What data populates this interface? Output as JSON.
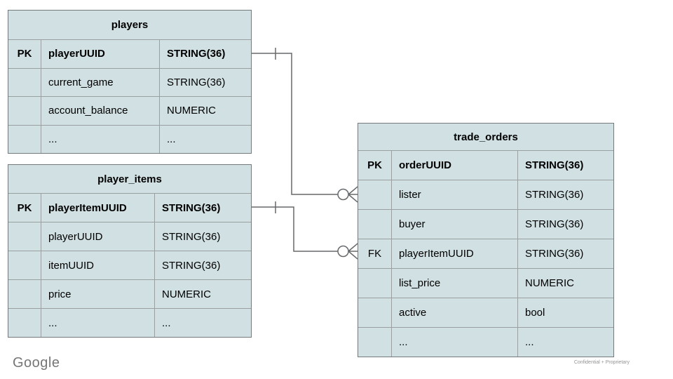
{
  "branding": {
    "logo_text": "Google",
    "footer_note": "Confidential + Proprietary"
  },
  "colors": {
    "table_fill": "#d0e0e3",
    "table_border_outer": "#747a7c",
    "table_border_inner": "#9aa0a2",
    "connector_line": "#66696b",
    "text": "#000000",
    "logo_gray": "#767676"
  },
  "tables": [
    {
      "id": "players",
      "title": "players",
      "rows": [
        {
          "key": "PK",
          "name": "playerUUID",
          "type": "STRING(36)",
          "bold": true
        },
        {
          "key": "",
          "name": "current_game",
          "type": "STRING(36)",
          "bold": false
        },
        {
          "key": "",
          "name": "account_balance",
          "type": "NUMERIC",
          "bold": false
        },
        {
          "key": "",
          "name": "...",
          "type": "...",
          "bold": false
        }
      ]
    },
    {
      "id": "player_items",
      "title": "player_items",
      "rows": [
        {
          "key": "PK",
          "name": "playerItemUUID",
          "type": "STRING(36)",
          "bold": true
        },
        {
          "key": "",
          "name": "playerUUID",
          "type": "STRING(36)",
          "bold": false
        },
        {
          "key": "",
          "name": "itemUUID",
          "type": "STRING(36)",
          "bold": false
        },
        {
          "key": "",
          "name": "price",
          "type": "NUMERIC",
          "bold": false
        },
        {
          "key": "",
          "name": "...",
          "type": "...",
          "bold": false
        }
      ]
    },
    {
      "id": "trade_orders",
      "title": "trade_orders",
      "rows": [
        {
          "key": "PK",
          "name": "orderUUID",
          "type": "STRING(36)",
          "bold": true
        },
        {
          "key": "",
          "name": "lister",
          "type": "STRING(36)",
          "bold": false
        },
        {
          "key": "",
          "name": "buyer",
          "type": "STRING(36)",
          "bold": false
        },
        {
          "key": "FK",
          "name": "playerItemUUID",
          "type": "STRING(36)",
          "bold": false
        },
        {
          "key": "",
          "name": "list_price",
          "type": "NUMERIC",
          "bold": false
        },
        {
          "key": "",
          "name": "active",
          "type": "bool",
          "bold": false
        },
        {
          "key": "",
          "name": "...",
          "type": "...",
          "bold": false
        }
      ]
    }
  ],
  "relationships": [
    {
      "from": "players.playerUUID",
      "to": "trade_orders.lister",
      "from_cardinality": "one",
      "to_cardinality": "zero-or-many"
    },
    {
      "from": "player_items.playerItemUUID",
      "to": "trade_orders.playerItemUUID",
      "from_cardinality": "one",
      "to_cardinality": "zero-or-many"
    }
  ]
}
